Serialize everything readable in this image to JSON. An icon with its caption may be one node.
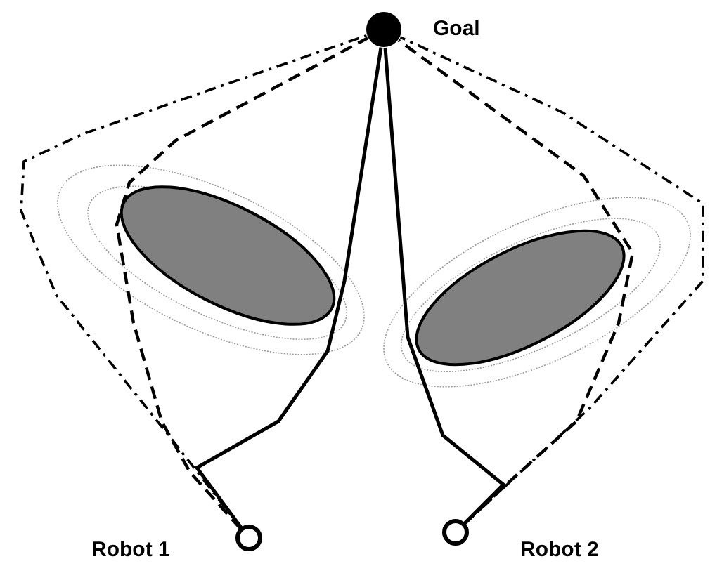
{
  "diagram": {
    "nodes": [
      {
        "text": [],
        "shape": "circle",
        "beside": [
          "Goal"
        ]
      },
      {
        "text": [],
        "shape": "circle",
        "beside": [
          "Robot 1"
        ]
      },
      {
        "text": [],
        "shape": "circle",
        "beside": [
          "Robot 2"
        ]
      }
    ],
    "edges": [
      {
        "from": 1,
        "to": 0,
        "arrow": "none"
      },
      {
        "from": 1,
        "to": 0,
        "arrow": "none",
        "style": "dashed"
      },
      {
        "from": 1,
        "to": 0,
        "arrow": "none",
        "style": "dashed"
      },
      {
        "from": 2,
        "to": 0,
        "arrow": "none"
      },
      {
        "from": 2,
        "to": 0,
        "arrow": "none",
        "style": "dashed"
      },
      {
        "from": 2,
        "to": 0,
        "arrow": "none",
        "style": "dashed"
      }
    ]
  }
}
